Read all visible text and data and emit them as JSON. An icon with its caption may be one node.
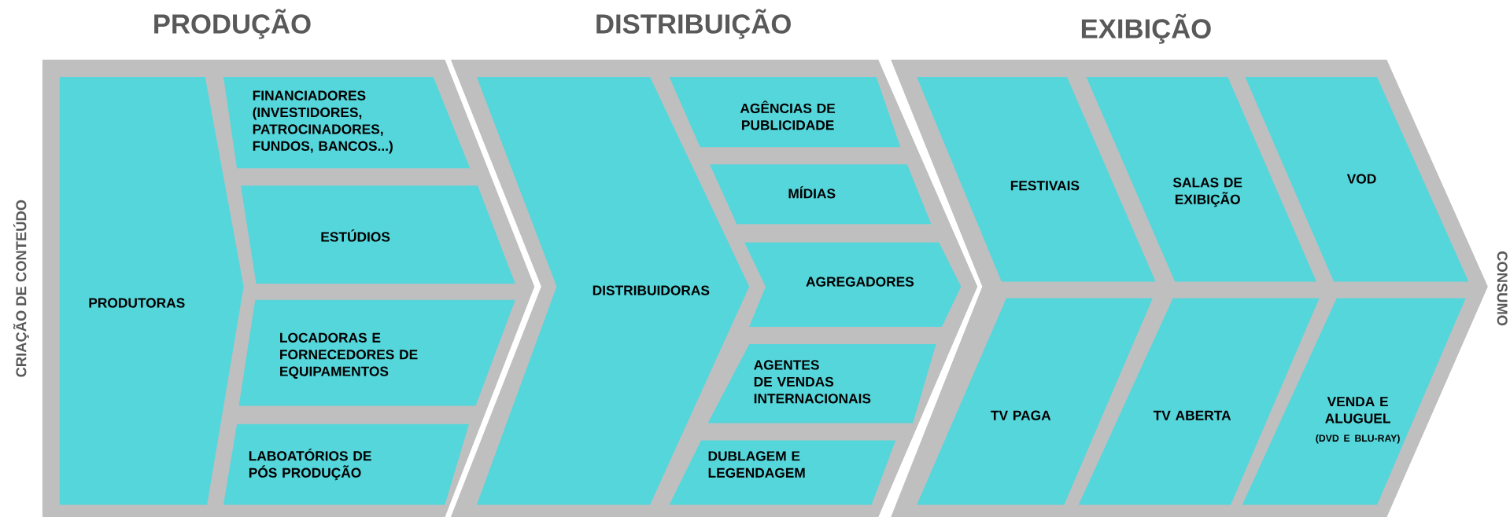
{
  "diagram": {
    "nodes": [
      {
        "text": [
          "PRODUÇÃO"
        ]
      },
      {
        "text": [
          "PRODUTORAS"
        ],
        "in": 0
      },
      {
        "text": [
          "FINANCIADORES (INVESTIDORES, PATROCINADORES, FUNDOS, BANCOS...)"
        ],
        "in": 0
      },
      {
        "text": [
          "ESTÚDIOS"
        ],
        "in": 0
      },
      {
        "text": [
          "LOCADORAS E FORNECEDORES DE EQUIPAMENTOS"
        ],
        "in": 0
      },
      {
        "text": [
          "LABOATÓRIOS DE PÓS PRODUÇÃO"
        ],
        "in": 0
      },
      {
        "text": [
          "DISTRIBUIÇÃO"
        ]
      },
      {
        "text": [
          "DISTRIBUIDORAS"
        ],
        "in": 6
      },
      {
        "text": [
          "AGÊNCIAS DE PUBLICIDADE"
        ],
        "in": 6
      },
      {
        "text": [
          "MÍDIAS"
        ],
        "in": 6
      },
      {
        "text": [
          "AGREGADORES"
        ],
        "in": 6
      },
      {
        "text": [
          "AGENTES DE VENDAS INTERNACIONAIS"
        ],
        "in": 6
      },
      {
        "text": [
          "DUBLAGEM E LEGENDAGEM"
        ],
        "in": 6
      },
      {
        "text": [
          "EXIBIÇÃO"
        ]
      },
      {
        "text": [
          "FESTIVAIS"
        ],
        "in": 13
      },
      {
        "text": [
          "SALAS DE EXIBIÇÃO"
        ],
        "in": 13
      },
      {
        "text": [
          "VOD"
        ],
        "in": 13
      },
      {
        "text": [
          "TV PAGA"
        ],
        "in": 13
      },
      {
        "text": [
          "TV ABERTA"
        ],
        "in": 13
      },
      {
        "text": [
          "VENDA E ALUGUEL",
          "(DVD E BLU-RAY)"
        ],
        "in": 13
      }
    ],
    "labels": [
      "CRIAÇÃO DE CONTEÚDO",
      "CONSUMO"
    ]
  }
}
